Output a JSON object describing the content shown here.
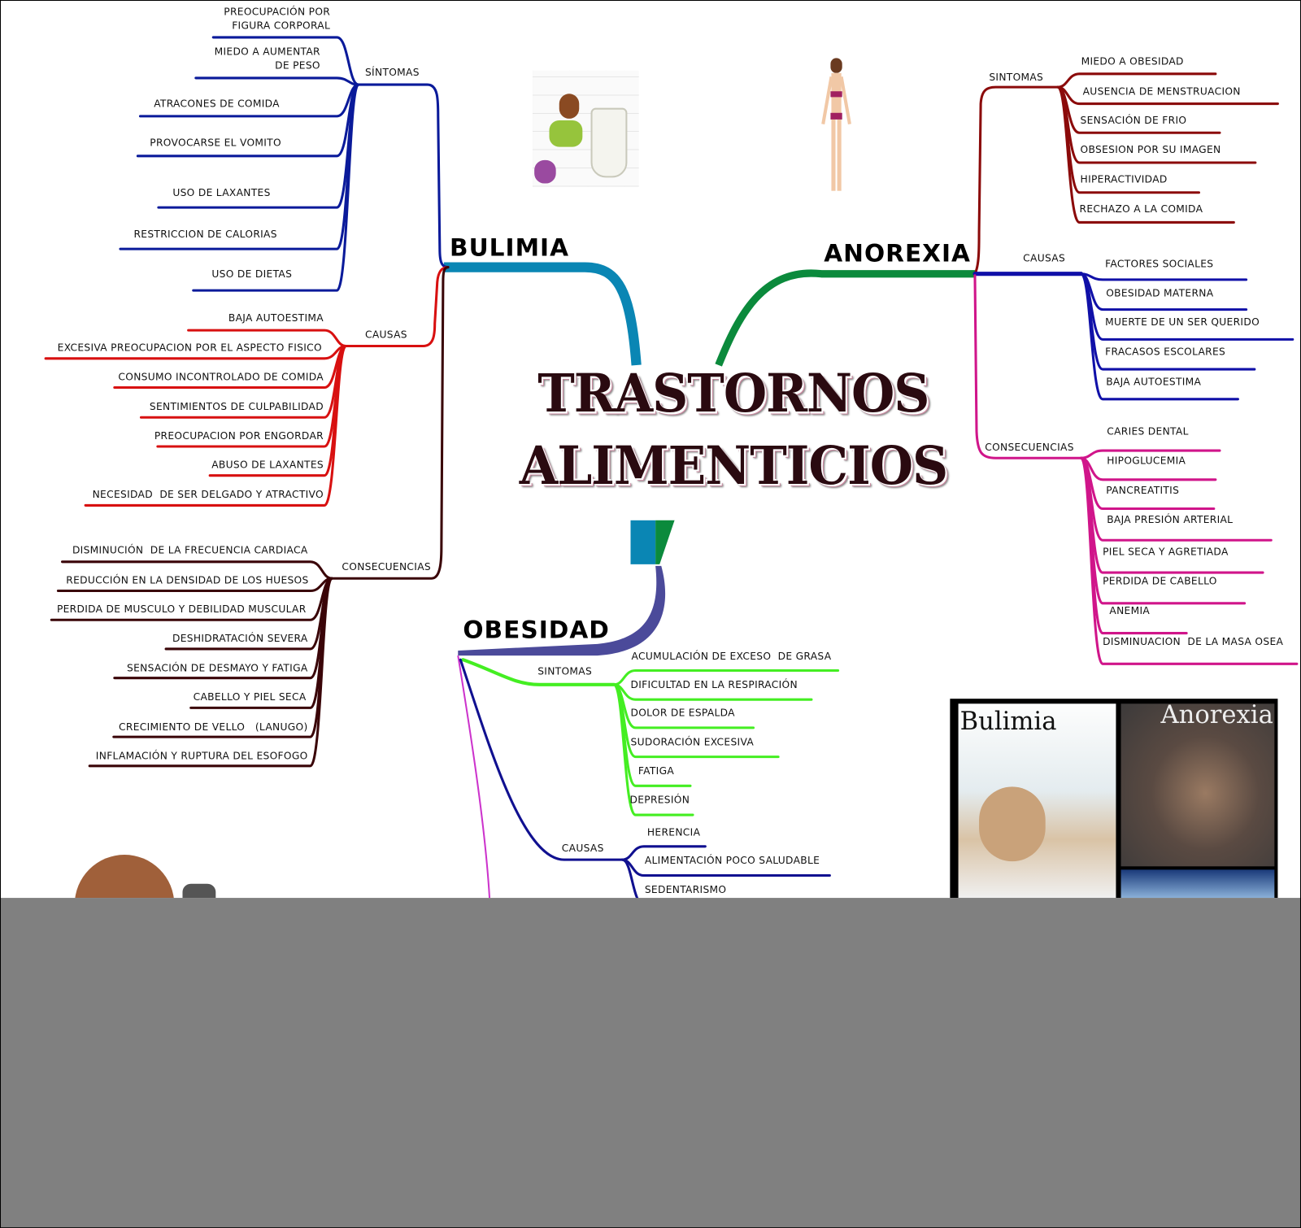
{
  "title": {
    "line1": "TRASTORNOS",
    "line2": "ALIMENTICIOS"
  },
  "colors": {
    "bulimia_branch": "#0a86b4",
    "anorexia_branch": "#0b8a3c",
    "obesidad_branch": "#4b4a9a",
    "bulimia_sintomas": "#0a1a9a",
    "bulimia_causas": "#d81010",
    "bulimia_consecuencias": "#3a0508",
    "anorexia_sintomas": "#8b0a0a",
    "anorexia_causas": "#1010a8",
    "anorexia_consecuencias": "#d0158a",
    "obesidad_sintomas": "#44ee22",
    "obesidad_causas": "#101090",
    "obesidad_extra": "#cc33cc",
    "overlay": "#808080"
  },
  "bulimia": {
    "label": "BULIMIA",
    "sintomas": {
      "label": "SÍNTOMAS",
      "items": [
        "PREOCUPACIÓN POR\n FIGURA CORPORAL",
        "MIEDO A AUMENTAR\n         DE PESO",
        "ATRACONES DE COMIDA",
        "PROVOCARSE EL VOMITO",
        "USO DE LAXANTES",
        "RESTRICCION DE CALORIAS",
        "USO DE DIETAS"
      ]
    },
    "causas": {
      "label": "CAUSAS",
      "items": [
        "BAJA AUTOESTIMA",
        "EXCESIVA PREOCUPACION POR EL ASPECTO FISICO",
        "CONSUMO INCONTROLADO DE COMIDA",
        "SENTIMIENTOS DE CULPABILIDAD",
        "PREOCUPACION POR ENGORDAR",
        "ABUSO DE LAXANTES",
        "NECESIDAD  DE SER DELGADO Y ATRACTIVO"
      ]
    },
    "consecuencias": {
      "label": "CONSECUENCIAS",
      "items": [
        "DISMINUCIÓN  DE LA FRECUENCIA CARDIACA",
        "REDUCCIÓN EN LA DENSIDAD DE LOS HUESOS",
        "PERDIDA DE MUSCULO Y DEBILIDAD MUSCULAR",
        "DESHIDRATACIÓN SEVERA",
        "SENSACIÓN DE DESMAYO Y FATIGA",
        "CABELLO Y PIEL SECA",
        "CRECIMIENTO DE VELLO   (LANUGO)",
        "INFLAMACIÓN Y RUPTURA DEL ESOFOGO"
      ]
    }
  },
  "anorexia": {
    "label": "ANOREXIA",
    "sintomas": {
      "label": "SINTOMAS",
      "items": [
        "MIEDO A OBESIDAD",
        "AUSENCIA DE MENSTRUACION",
        "SENSACIÓN DE FRIO",
        "OBSESION POR SU IMAGEN",
        "HIPERACTIVIDAD",
        "RECHAZO A LA COMIDA"
      ]
    },
    "causas": {
      "label": "CAUSAS",
      "items": [
        "FACTORES SOCIALES",
        "OBESIDAD MATERNA",
        "MUERTE DE UN SER QUERIDO",
        "FRACASOS ESCOLARES",
        "BAJA AUTOESTIMA"
      ]
    },
    "consecuencias": {
      "label": "CONSECUENCIAS",
      "items": [
        "CARIES DENTAL",
        "HIPOGLUCEMIA",
        "PANCREATITIS",
        "BAJA PRESIÓN ARTERIAL",
        "PIEL SECA Y AGRETIADA",
        "PERDIDA DE CABELLO",
        " ANEMIA",
        "DISMINUACION  DE LA MASA OSEA"
      ]
    }
  },
  "obesidad": {
    "label": "OBESIDAD",
    "sintomas": {
      "label": "SINTOMAS",
      "items": [
        "ACUMULACIÓN DE EXCESO  DE GRASA",
        "DIFICULTAD EN LA RESPIRACIÓN",
        "DOLOR DE ESPALDA",
        "SUDORACIÓN EXCESIVA",
        "  FATIGA",
        "DEPRESIÓN"
      ]
    },
    "causas": {
      "label": "CAUSAS",
      "items": [
        "HERENCIA",
        "ALIMENTACIÓN POCO SALUDABLE",
        "SEDENTARISMO"
      ]
    }
  },
  "photo": {
    "left_label": "Bulimia",
    "right_label": "Anorexia"
  }
}
